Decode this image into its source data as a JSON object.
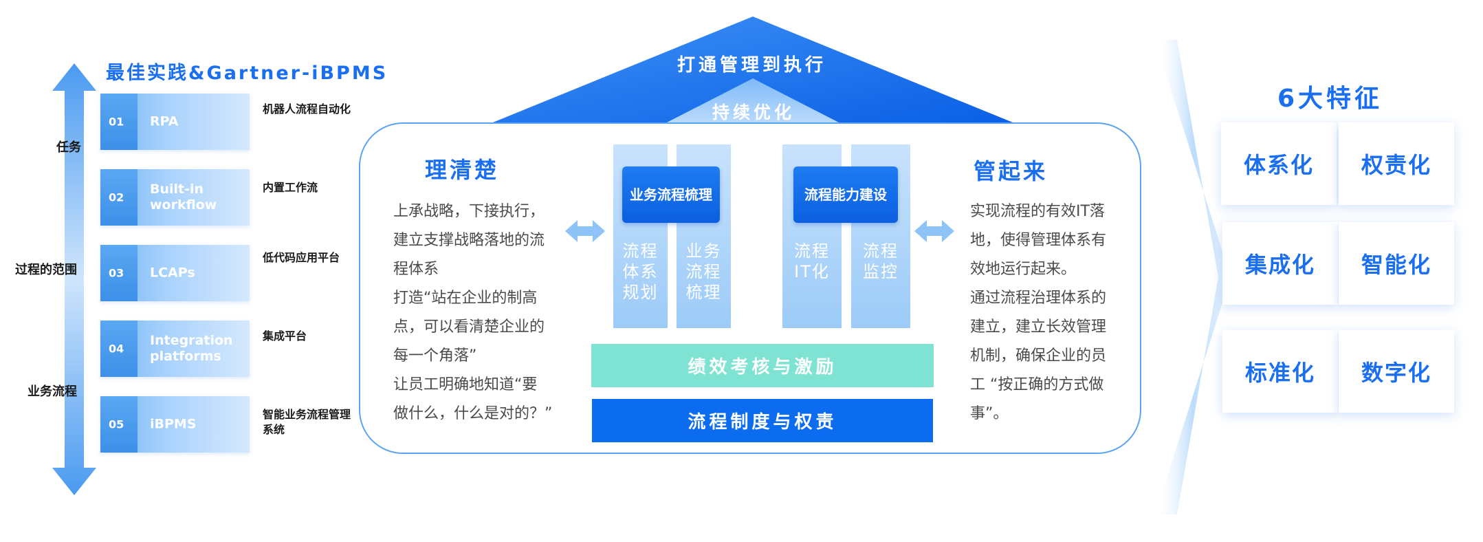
{
  "left": {
    "title": "最佳实践&Gartner-iBPMS",
    "axis_labels": [
      "任务",
      "过程的范围",
      "业务流程"
    ],
    "steps": [
      {
        "num": "01",
        "name": "RPA",
        "desc": "机器人流程自动化"
      },
      {
        "num": "02",
        "name": "Built-in workflow",
        "desc": "内置工作流"
      },
      {
        "num": "03",
        "name": "LCAPs",
        "desc": "低代码应用平台"
      },
      {
        "num": "04",
        "name": "Integration platforms",
        "desc": "集成平台"
      },
      {
        "num": "05",
        "name": "iBPMS",
        "desc": "智能业务流程管理系统"
      }
    ]
  },
  "center": {
    "roof_title": "打通管理到执行",
    "roof_subtitle": "持续优化",
    "left_section": {
      "title": "理清楚",
      "lines": [
        "上承战略，下接执行，",
        "建立支撑战略落地的流",
        "程体系",
        "打造“站在企业的制高",
        "点，可以看清楚企业的",
        "每一个角落”",
        "让员工明确地知道“要",
        "做什么，什么是对的？”"
      ]
    },
    "right_section": {
      "title": "管起来",
      "lines": [
        "实现流程的有效IT落",
        "地，使得管理体系有",
        "效地运行起来。",
        "通过流程治理体系的",
        "建立，建立长效管理",
        "机制，确保企业的员",
        "工 “按正确的方式做",
        "事”。"
      ]
    },
    "group_left": {
      "label": "业务流程梳理",
      "pillars": [
        [
          "流程",
          "体系",
          "规划"
        ],
        [
          "业务",
          "流程",
          "梳理"
        ]
      ]
    },
    "group_right": {
      "label": "流程能力建设",
      "pillars": [
        [
          "流程",
          "IT化"
        ],
        [
          "流程",
          "监控"
        ]
      ]
    },
    "band_top": "绩效考核与激励",
    "band_bottom": "流程制度与权责"
  },
  "right": {
    "title": "6大特征",
    "features": [
      "体系化",
      "权责化",
      "集成化",
      "智能化",
      "标准化",
      "数字化"
    ]
  },
  "colors": {
    "accent": "#1a6ef0",
    "band_teal": "#7fe3d4",
    "band_blue": "#0b6cf0",
    "pillar_light": "#9ccbf8"
  }
}
